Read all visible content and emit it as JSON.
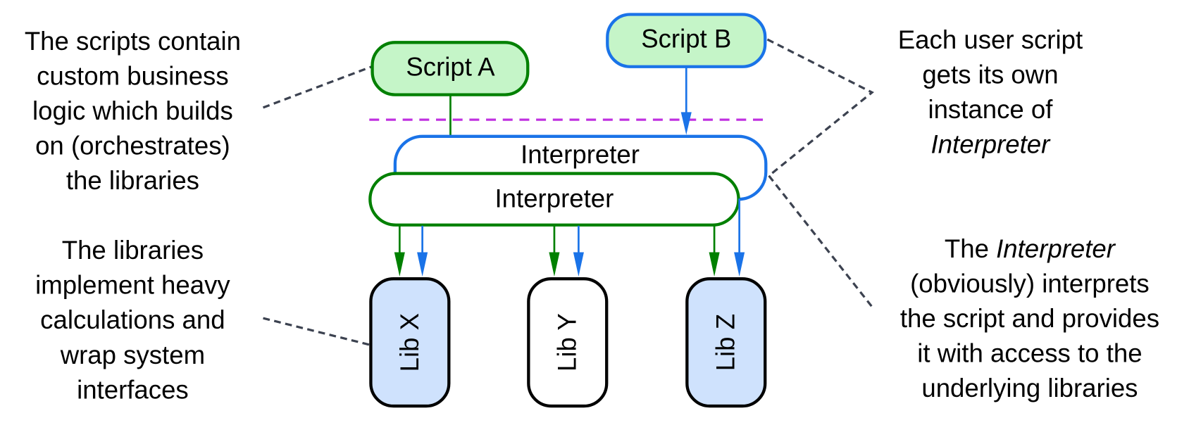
{
  "colors": {
    "green": "#008000",
    "green_fill": "#c5f5c8",
    "blue": "#1a73e8",
    "lib_fill": "#cfe2fd",
    "divider": "#c030e0",
    "leader": "#3c4250"
  },
  "scripts": [
    {
      "label": "Script A"
    },
    {
      "label": "Script B"
    }
  ],
  "interpreters": [
    {
      "label": "Interpreter"
    },
    {
      "label": "Interpreter"
    }
  ],
  "libraries": [
    {
      "label": "Lib X"
    },
    {
      "label": "Lib Y"
    },
    {
      "label": "Lib Z"
    }
  ],
  "notes": {
    "scripts": [
      "The scripts contain",
      "custom business",
      "logic which builds",
      "on (orchestrates)",
      "the libraries"
    ],
    "libraries": [
      "The libraries",
      "implement heavy",
      "calculations and",
      "wrap system",
      "interfaces"
    ],
    "instance": {
      "lines": [
        "Each user script",
        "gets its own",
        "instance of"
      ],
      "italic": "Interpreter"
    },
    "interpreter": {
      "first_prefix": "The ",
      "first_italic": "Interpreter",
      "lines": [
        "(obviously) interprets",
        "the script and provides",
        "it with access to the",
        "underlying libraries"
      ]
    }
  }
}
